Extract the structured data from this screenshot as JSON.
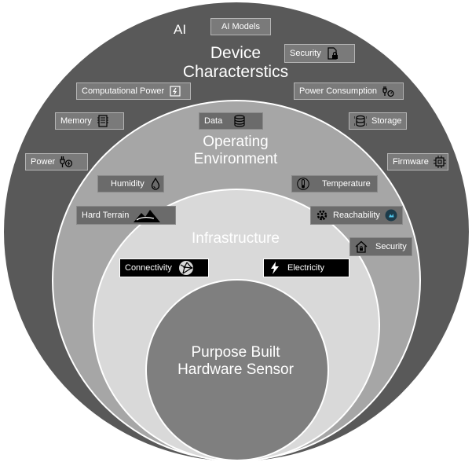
{
  "layers": {
    "ai": "AI",
    "device": "Device Characterstics",
    "operating": "Operating Environment",
    "infrastructure": "Infrastructure",
    "core": "Purpose Built Hardware Sensor"
  },
  "device_tags": {
    "ai_models": "AI Models",
    "security": "Security",
    "computational_power": "Computational Power",
    "power_consumption": "Power Consumption",
    "memory": "Memory",
    "storage": "Storage",
    "power": "Power",
    "firmware": "Firmware"
  },
  "environment_tags": {
    "data": "Data",
    "humidity": "Humidity",
    "temperature": "Temperature",
    "hard_terrain": "Hard Terrain",
    "reachability": "Reachability",
    "security": "Security"
  },
  "infrastructure_tags": {
    "connectivity": "Connectivity",
    "electricity": "Electricity"
  },
  "colors": {
    "outer_ring": "#595959",
    "middle_ring": "#a6a6a6",
    "inner_ring": "#d9d9d9",
    "core": "#7f7f7f",
    "infrastructure_tag": "#000000"
  },
  "icons": {
    "security": "lock-file-icon",
    "computational_power": "chip-icon",
    "power_consumption": "plug-meter-icon",
    "memory": "memory-icon",
    "storage": "storage-icon",
    "power": "plug-icon",
    "firmware": "firmware-icon",
    "data": "database-icon",
    "humidity": "drop-icon",
    "temperature": "thermometer-icon",
    "hard_terrain": "mountain-icon",
    "reachability": "gear-person-icon",
    "environment_security": "house-lock-icon",
    "connectivity": "globe-network-icon",
    "electricity": "lightning-icon"
  }
}
